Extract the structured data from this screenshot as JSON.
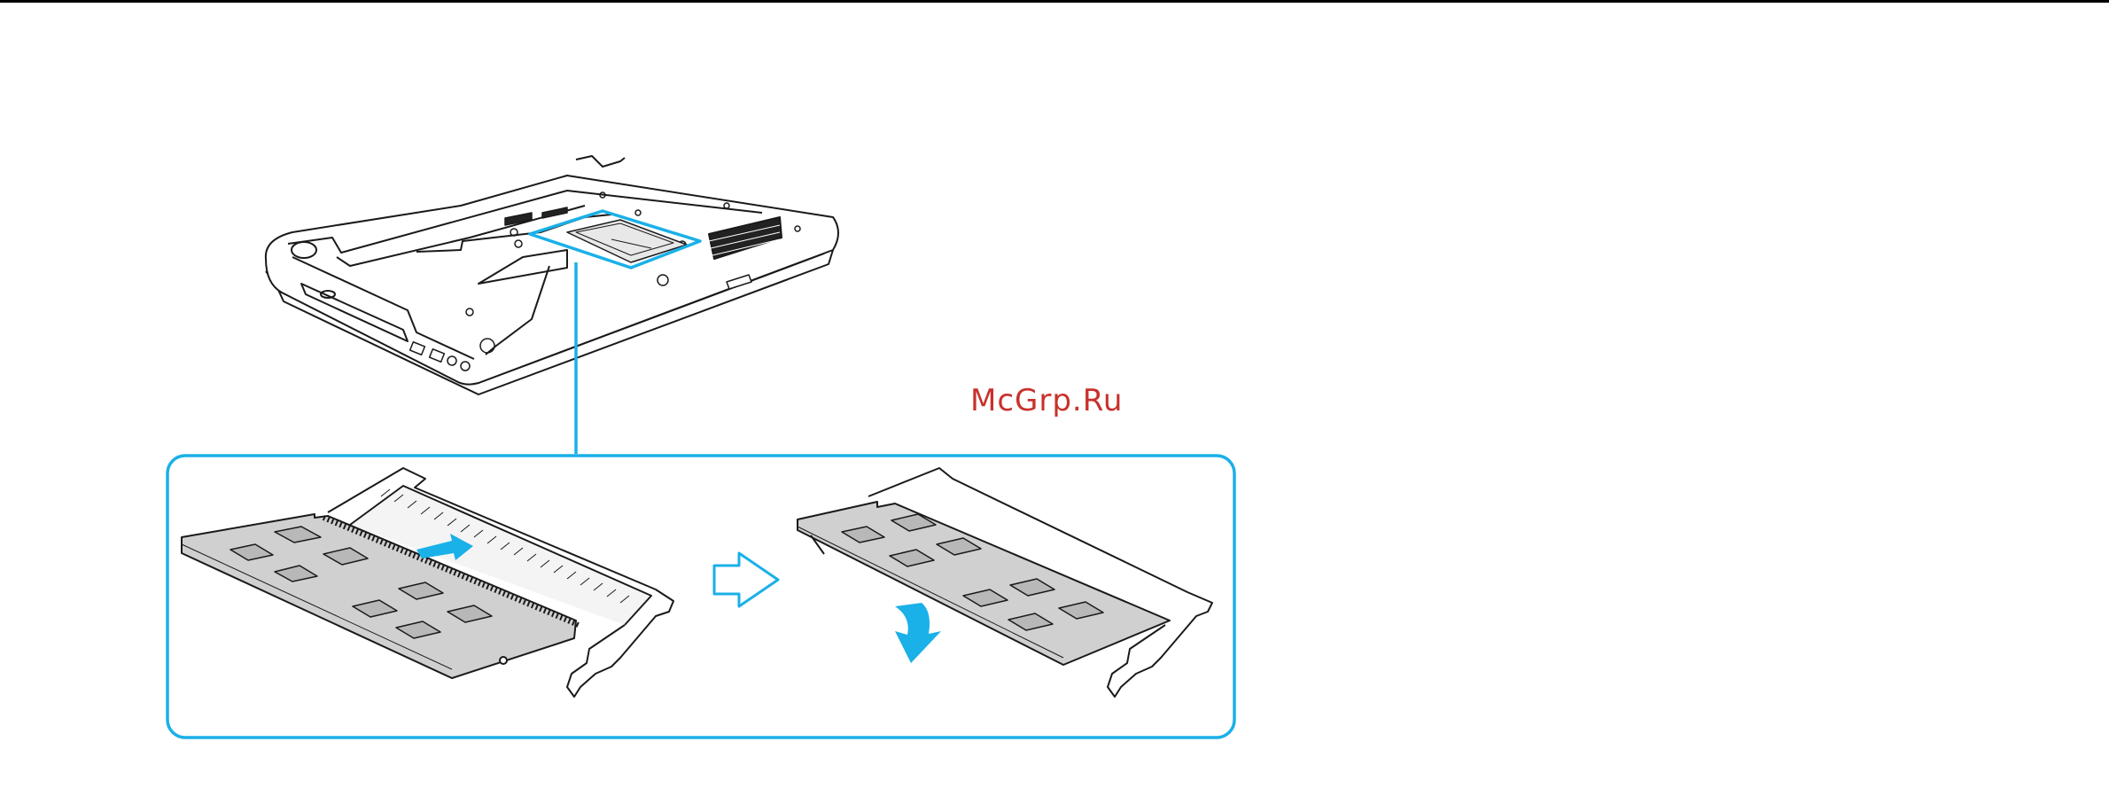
{
  "page": {
    "watermark": "McGrp.Ru"
  },
  "colors": {
    "accent": "#1ab0e8",
    "line": "#1a1a1a",
    "fill": "#d0d0d0",
    "chip": "#b8b8b8",
    "watermark": "#c8312b"
  },
  "icons": [
    "laptop-underside-illustration",
    "memory-module-insert-illustration",
    "outline-arrow-right-icon",
    "push-down-arrow-icon"
  ]
}
